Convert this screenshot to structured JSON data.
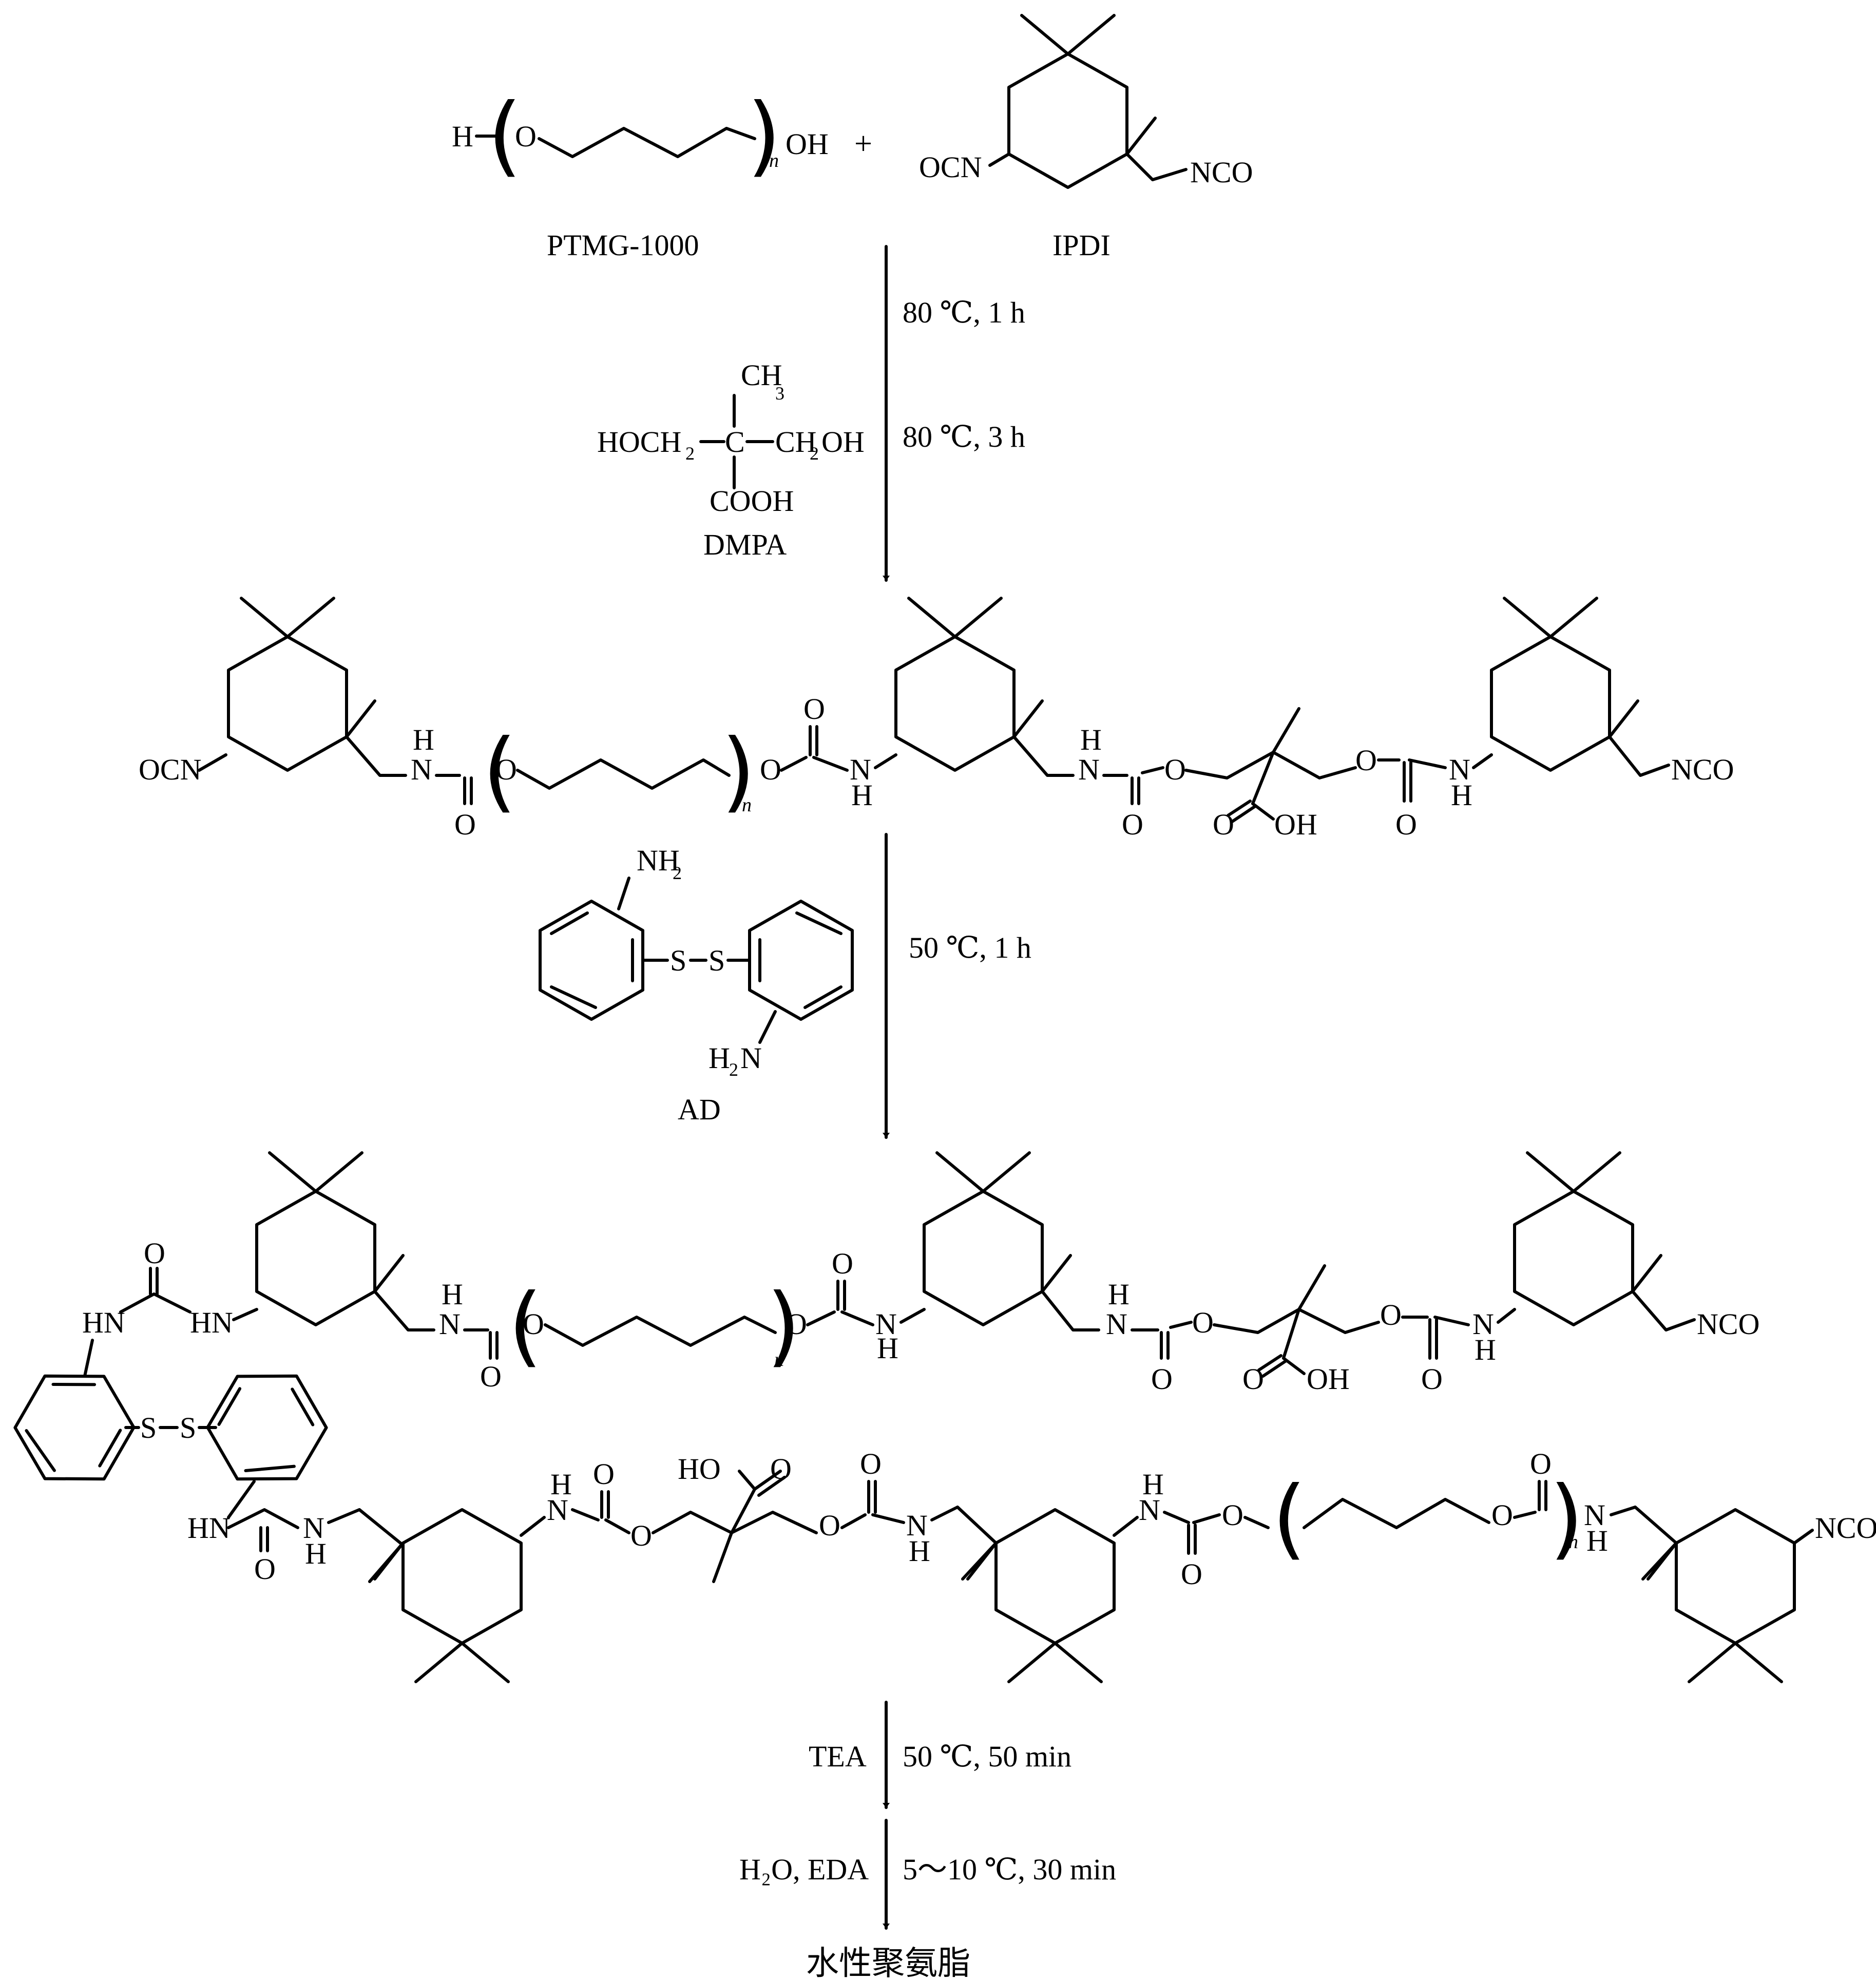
{
  "reactants": {
    "ptmg": {
      "name": "PTMG-1000",
      "h": "H",
      "o": "O",
      "oh": "OH",
      "n": "n"
    },
    "plus": "+",
    "ipdi": {
      "name": "IPDI",
      "ocn": "OCN",
      "nco": "NCO"
    },
    "dmpa": {
      "name": "DMPA",
      "ch3": "CH",
      "ch3_sub": "3",
      "left": "HOCH",
      "left_sub": "2",
      "right_a": "CH",
      "right_sub": "2",
      "right_b": "OH",
      "cooh": "COOH",
      "c": "C"
    },
    "ad": {
      "name": "AD",
      "nh2": "NH",
      "nh2_sub": "2",
      "h2n_a": "H",
      "h2n_sub": "2",
      "h2n_b": "N",
      "s": "S"
    }
  },
  "steps": [
    {
      "reagent": "",
      "condition": "80 ℃, 1 h"
    },
    {
      "reagent": "",
      "condition": "80 ℃, 3 h"
    },
    {
      "reagent": "",
      "condition": "50 ℃, 1 h"
    },
    {
      "reagent": "TEA",
      "condition": "50 ℃, 50 min"
    },
    {
      "reagent": "H₂O, EDA",
      "condition": "5～10 ℃, 30 min"
    }
  ],
  "atoms": {
    "ocn": "OCN",
    "nco": "NCO",
    "n": "N",
    "h": "H",
    "o": "O",
    "oh": "OH",
    "ho": "HO",
    "hn": "HN",
    "s": "S",
    "rep": "n"
  },
  "product": "水性聚氨脂"
}
